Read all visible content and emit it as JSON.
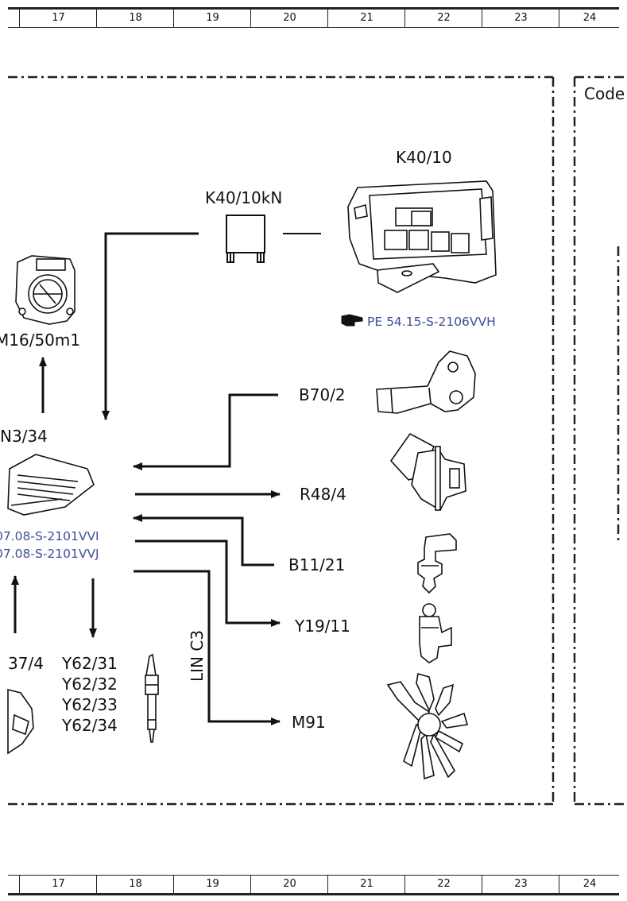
{
  "ruler": {
    "columns": [
      "17",
      "18",
      "19",
      "20",
      "21",
      "22",
      "23",
      "24"
    ]
  },
  "components": {
    "k40_10": "K40/10",
    "k40_10kn": "K40/10kN",
    "m16_50m1": "M16/50m1",
    "n3_34": "N3/34",
    "b70_2": "B70/2",
    "r48_4": "R48/4",
    "b11_21": "B11/21",
    "y19_11": "Y19/11",
    "m91": "M91",
    "x37_4": "37/4",
    "y62_31": "Y62/31",
    "y62_32": "Y62/32",
    "y62_33": "Y62/33",
    "y62_34": "Y62/34"
  },
  "references": {
    "pe_k40": "PE 54.15-S-2106VVH",
    "pe_n3_a": "07.08-S-2101VVI",
    "pe_n3_b": "07.08-S-2101VVJ"
  },
  "bus_label": "LIN C3",
  "right_panel": {
    "title": "Code"
  },
  "colors": {
    "line": "#111111",
    "reference": "#3c4f9a"
  }
}
